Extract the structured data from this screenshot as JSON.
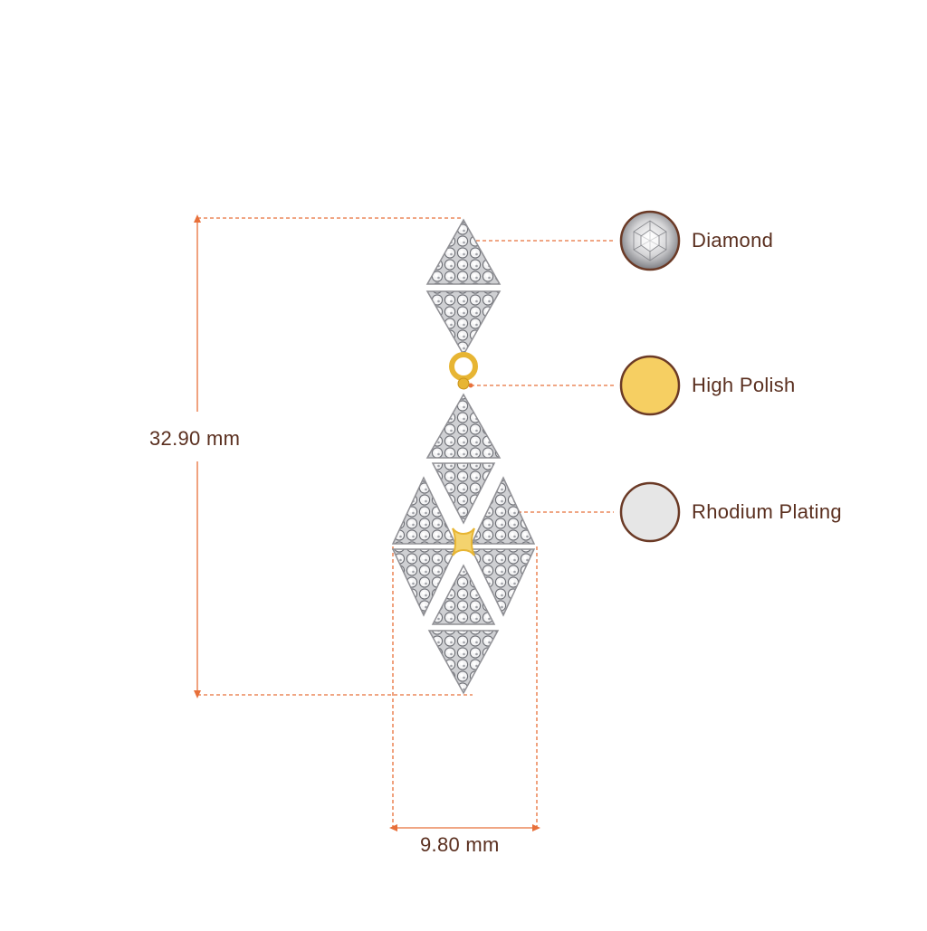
{
  "dimensions": {
    "height": "32.90 mm",
    "width": "9.80 mm"
  },
  "legend": [
    {
      "label": "Diamond",
      "swatch": "diamond-icon"
    },
    {
      "label": "High Polish",
      "swatch": "gold-swatch"
    },
    {
      "label": "Rhodium Plating",
      "swatch": "rhodium-swatch"
    }
  ],
  "colors": {
    "dimension_line": "#e8703a",
    "text": "#5a2f1f",
    "swatch_border": "#6b3a26",
    "gold": "#f6cf62",
    "rhodium": "#e6e6e6",
    "pave_base": "#d7d7d9",
    "pave_stone": "#ffffff",
    "pave_dark": "#5b5d63",
    "metal_gold": "#e7b533"
  }
}
